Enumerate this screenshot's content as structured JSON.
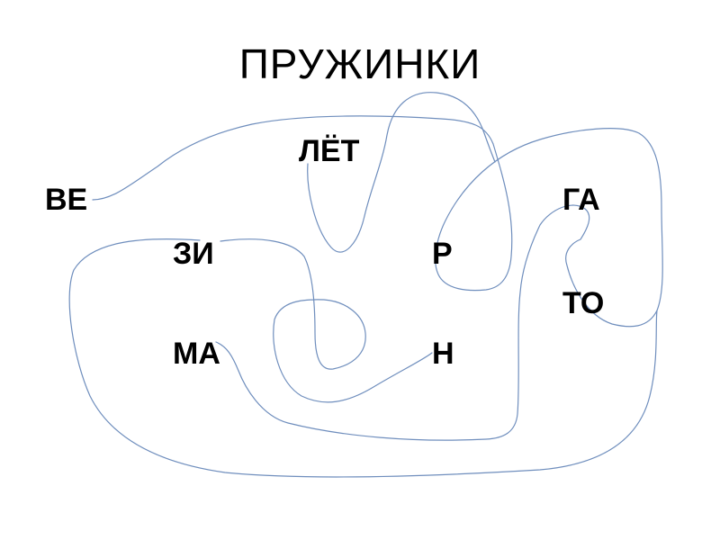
{
  "slide": {
    "title": "ПРУЖИНКИ",
    "line_color": "#6f8ebd",
    "text_color": "#000000",
    "syllables": {
      "ve": "ВЕ",
      "lyot": "ЛЁТ",
      "ga": "ГА",
      "zi": "ЗИ",
      "r": "Р",
      "to": "ТО",
      "ma": "МА",
      "n": "Н"
    }
  }
}
